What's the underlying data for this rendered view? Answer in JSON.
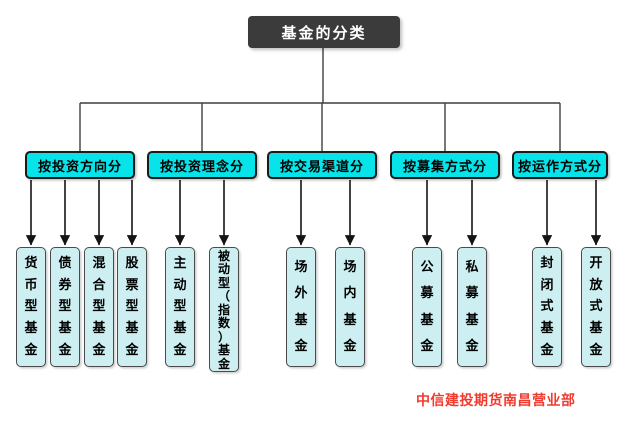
{
  "diagram": {
    "root": {
      "label": "基金的分类"
    },
    "categories": [
      {
        "label": "按投资方向分",
        "children": [
          "货币型基金",
          "债券型基金",
          "混合型基金",
          "股票型基金"
        ]
      },
      {
        "label": "按投资理念分",
        "children": [
          "主动型基金",
          "被动型（指数）基金"
        ]
      },
      {
        "label": "按交易渠道分",
        "children": [
          "场外基金",
          "场内基金"
        ]
      },
      {
        "label": "按募集方式分",
        "children": [
          "公募基金",
          "私募基金"
        ]
      },
      {
        "label": "按运作方式分",
        "children": [
          "封闭式基金",
          "开放式基金"
        ]
      }
    ],
    "footer": {
      "watermark": "中信建投期货南昌营业部"
    },
    "colors": {
      "root_bg": "#3b3b3b",
      "root_text": "#ffffff",
      "category_bg": "#06e3e9",
      "category_border": "#1b1b1b",
      "leaf_bg": "#cdeff1",
      "leaf_border": "#4a4a4a",
      "connector_line": "#3f3f3f",
      "arrow": "#141414",
      "watermark_text": "#f23b30",
      "background": "#ffffff"
    }
  }
}
